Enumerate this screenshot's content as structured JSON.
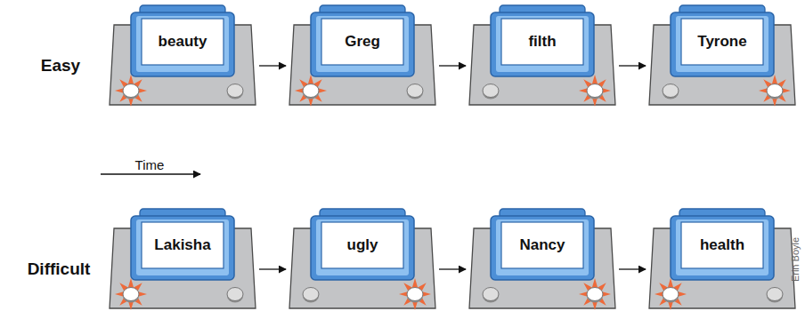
{
  "diagram": {
    "nodes": [
      {
        "text": [
          "beauty"
        ]
      },
      {
        "text": [
          "Greg"
        ]
      },
      {
        "text": [
          "filth"
        ]
      },
      {
        "text": [
          "Tyrone"
        ]
      },
      {
        "text": [
          "Lakisha"
        ]
      },
      {
        "text": [
          "ugly"
        ]
      },
      {
        "text": [
          "Nancy"
        ]
      },
      {
        "text": [
          "health"
        ]
      }
    ],
    "edges": [
      {
        "from": 0,
        "to": 1,
        "arrow": "to"
      },
      {
        "from": 1,
        "to": 2,
        "arrow": "to"
      },
      {
        "from": 2,
        "to": 3,
        "arrow": "to"
      },
      {
        "from": 4,
        "to": 5,
        "arrow": "to"
      },
      {
        "from": 5,
        "to": 6,
        "arrow": "to"
      },
      {
        "from": 6,
        "to": 7,
        "arrow": "to"
      }
    ],
    "labels": [
      "Easy",
      "Time",
      "Difficult",
      "Erin Boyle"
    ]
  }
}
